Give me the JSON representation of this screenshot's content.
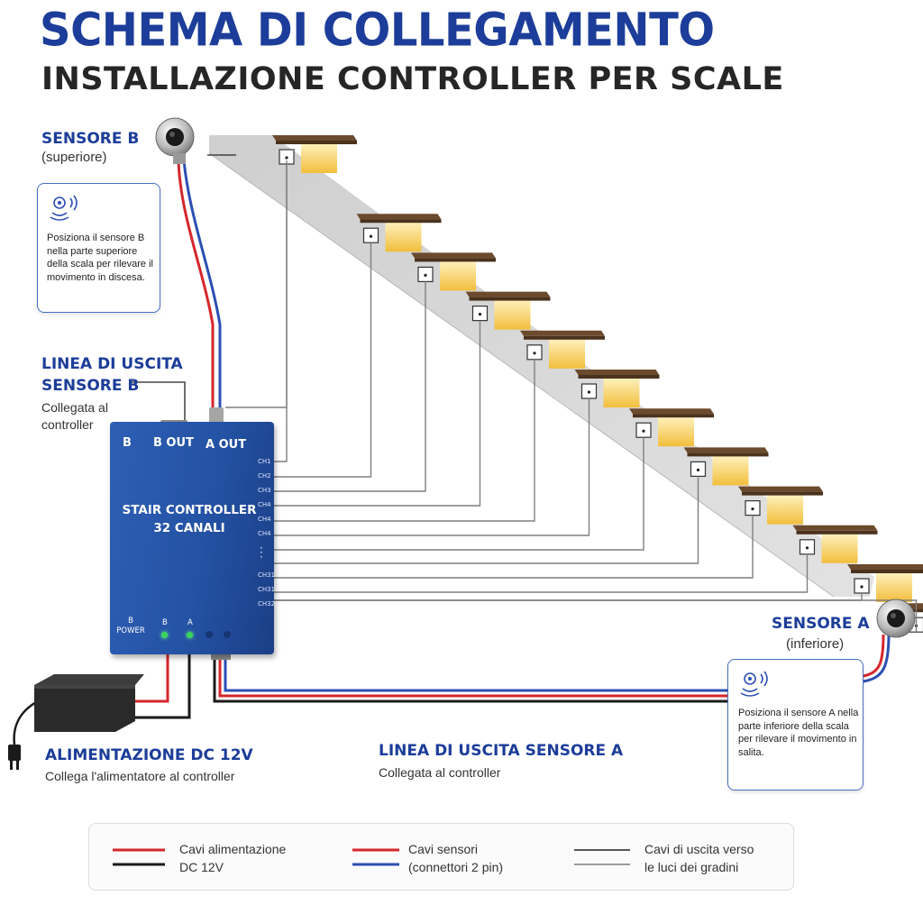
{
  "title": "SCHEMA DI COLLEGAMENTO",
  "subtitle": "INSTALLAZIONE CONTROLLER PER SCALE",
  "sensor_b": {
    "title": "SENSORE B",
    "subtitle": "(superiore)",
    "info": "Posiziona il sensore B nella parte superiore della scala per rilevare il movimento in discesa."
  },
  "sensor_a": {
    "title": "SENSORE A",
    "subtitle": "(inferiore)",
    "info": "Posiziona il sensore A nella parte inferiore della scala per rilevare il movimento in salita."
  },
  "output_b": {
    "title_line1": "LINEA DI USCITA",
    "title_line2": "SENSORE B",
    "desc_line1": "Collegata al",
    "desc_line2": "controller"
  },
  "output_a": {
    "title": "LINEA DI USCITA SENSORE A",
    "desc": "Collegata al controller"
  },
  "power": {
    "title": "ALIMENTAZIONE DC 12V",
    "desc": "Collega l'alimentatore al controller"
  },
  "controller": {
    "port_b": "B",
    "port_b_out": "B OUT",
    "port_a_out": "A OUT",
    "name_line1": "STAIR CONTROLLER",
    "name_line2": "32 CANALI",
    "channels": [
      "CH1",
      "CH2",
      "CH3",
      "CH4",
      "CH4",
      "CH4",
      "CH31",
      "CH31",
      "CH32"
    ],
    "led_power": "B\nPOWER",
    "led_b": "B",
    "led_a": "A"
  },
  "legend": {
    "power_cables": "Cavi alimentazione\nDC 12V",
    "sensor_cables": "Cavi sensori\n(connettori 2 pin)",
    "output_cables": "Cavi di uscita verso\nle luci dei gradini"
  },
  "colors": {
    "title_blue": "#1c3d99",
    "controller_blue": "#2452a4",
    "wire_red": "#d6262b",
    "wire_blue": "#2c4fb3",
    "wire_black": "#1a1a1a",
    "wire_gray": "#808080",
    "led_green": "#39d45a",
    "step_light": "#f6c84a"
  },
  "icons": [
    "motion-sensor-icon",
    "plug-icon"
  ]
}
